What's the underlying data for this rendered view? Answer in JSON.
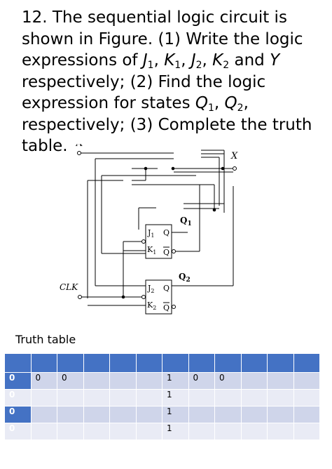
{
  "question": {
    "number": "12.",
    "intro": "The sequential logic circuit is shown in Figure. (1) Write the logic expressions of",
    "j1": "J",
    "j1_sub": "1",
    "k1": "K",
    "k1_sub": "1",
    "j2": "J",
    "j2_sub": "2",
    "k2": "K",
    "k2_sub": "2",
    "and_text": "and",
    "y": "Y",
    "part2": "respectively; (2) Find the logic expression for states",
    "q1": "Q",
    "q1_sub": "1",
    "q2": "Q",
    "q2_sub": "2",
    "part3": "respectively; (3) Complete the truth table."
  },
  "circuit": {
    "input_a_label": "A",
    "output_x_label": "X",
    "q1_label": "Q",
    "q1_label_sub": "1",
    "q2_label": "Q",
    "q2_label_sub": "2",
    "clk_label": "CLK",
    "ff1": {
      "j": "J",
      "j_sub": "1",
      "k": "K",
      "k_sub": "1",
      "q": "Q",
      "qbar": "Q"
    },
    "ff2": {
      "j": "J",
      "j_sub": "2",
      "k": "K",
      "k_sub": "2",
      "q": "Q",
      "qbar": "Q"
    }
  },
  "truth_table": {
    "title": "Truth table",
    "headers": [
      "",
      "",
      "",
      "",
      "",
      "",
      "",
      "",
      "",
      "",
      "",
      ""
    ],
    "rows": [
      [
        "0",
        "0",
        "0",
        "",
        "",
        "",
        "1",
        "0",
        "0",
        "",
        "",
        ""
      ],
      [
        "0",
        "",
        "",
        "",
        "",
        "",
        "1",
        "",
        "",
        "",
        "",
        ""
      ],
      [
        "0",
        "",
        "",
        "",
        "",
        "",
        "1",
        "",
        "",
        "",
        "",
        ""
      ],
      [
        "0",
        "",
        "",
        "",
        "",
        "",
        "1",
        "",
        "",
        "",
        "",
        ""
      ]
    ]
  },
  "colors": {
    "header_fill": "#4472c4",
    "row_fill_dark": "#cfd5ea",
    "row_fill_light": "#e9ebf5"
  }
}
